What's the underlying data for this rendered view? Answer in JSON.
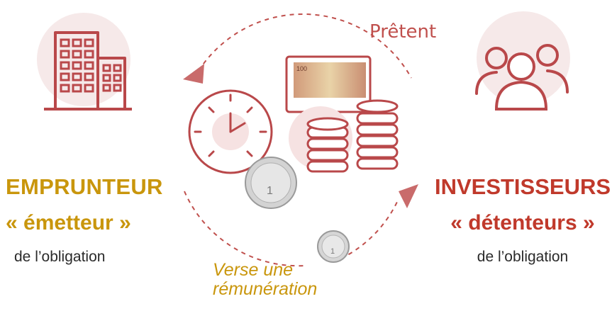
{
  "borrower": {
    "title": "EMPRUNTEUR",
    "subtitle": "« émetteur »",
    "note": "de l’obligation"
  },
  "investors": {
    "title": "INVESTISSEURS",
    "subtitle": "« détenteurs »",
    "note": "de l’obligation"
  },
  "arrows": {
    "lend_label": "Prêtent",
    "pay_label_line1": "Verse une",
    "pay_label_line2": "rémunération"
  },
  "icons": [
    "building-icon",
    "people-icon",
    "clock-icon",
    "coins-stack-icon",
    "banknote-icon",
    "coin-icon"
  ],
  "colors": {
    "gold": "#c9960c",
    "red": "#c0392b",
    "icon_stroke": "#b9484a",
    "circle_fill": "#f5e6e6"
  }
}
